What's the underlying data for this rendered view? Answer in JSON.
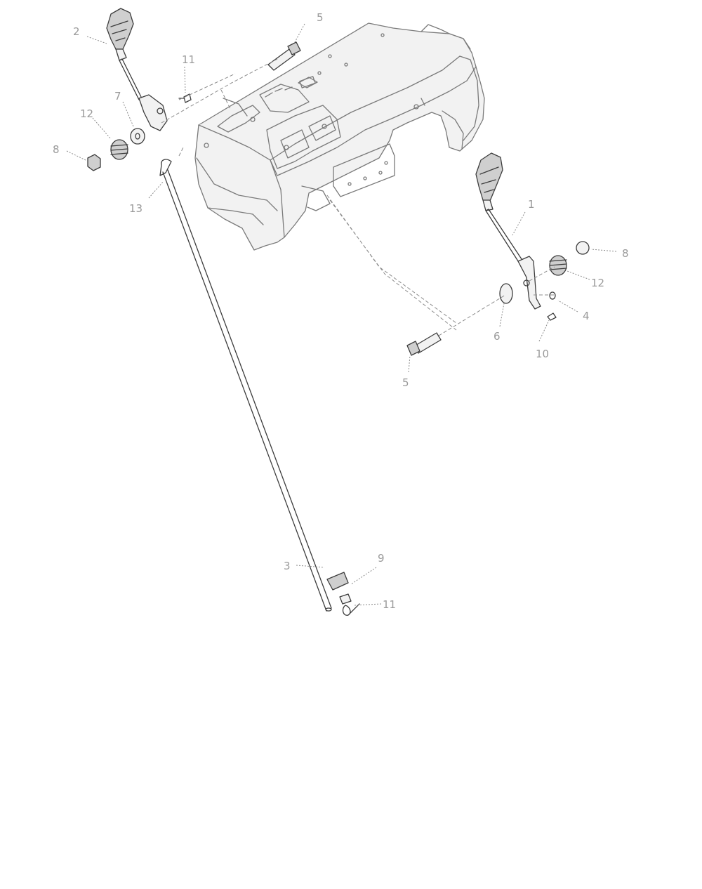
{
  "diagram": {
    "callouts": [
      {
        "id": "c2",
        "label": "2"
      },
      {
        "id": "c5a",
        "label": "5"
      },
      {
        "id": "c11a",
        "label": "11"
      },
      {
        "id": "c7",
        "label": "7"
      },
      {
        "id": "c12a",
        "label": "12"
      },
      {
        "id": "c8a",
        "label": "8"
      },
      {
        "id": "c13",
        "label": "13"
      },
      {
        "id": "c1",
        "label": "1"
      },
      {
        "id": "c8b",
        "label": "8"
      },
      {
        "id": "c12b",
        "label": "12"
      },
      {
        "id": "c4",
        "label": "4"
      },
      {
        "id": "c6",
        "label": "6"
      },
      {
        "id": "c10",
        "label": "10"
      },
      {
        "id": "c5b",
        "label": "5"
      },
      {
        "id": "c3",
        "label": "3"
      },
      {
        "id": "c9",
        "label": "9"
      },
      {
        "id": "c11b",
        "label": "11"
      }
    ]
  }
}
